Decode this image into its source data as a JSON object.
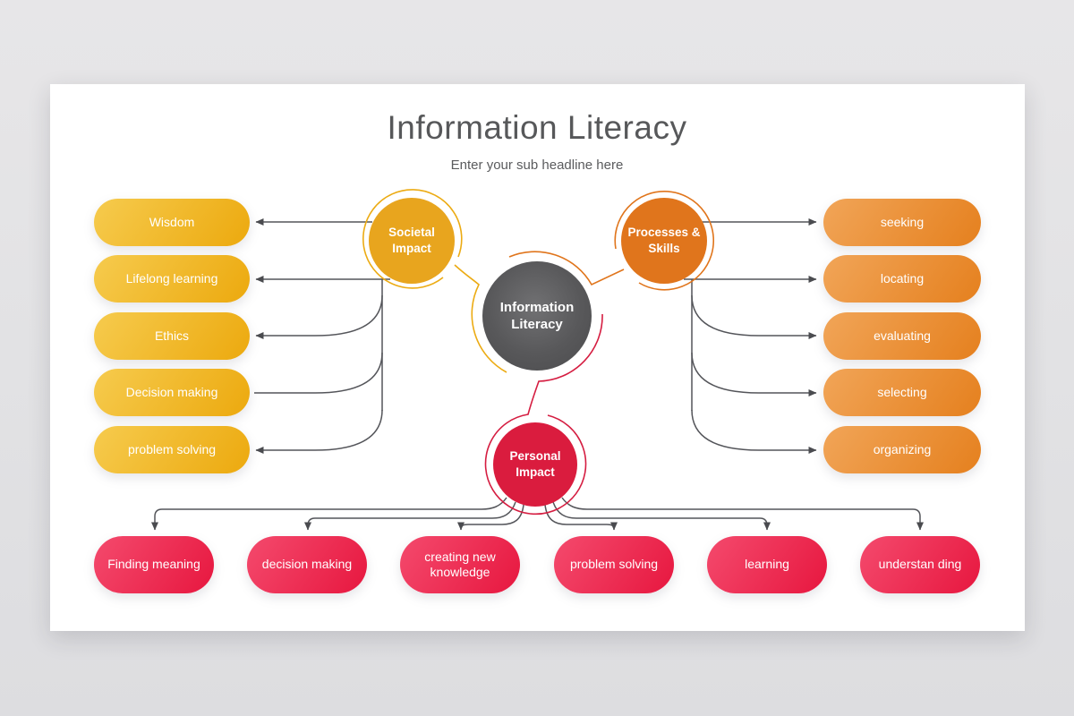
{
  "slide": {
    "title": "Information Literacy",
    "subtitle": "Enter your sub headline here"
  },
  "center_node": {
    "label": "Information Literacy"
  },
  "branches": {
    "societal": {
      "label": "Societal Impact",
      "color": "#e8a51e",
      "items": [
        "Wisdom",
        "Lifelong learning",
        "Ethics",
        "Decision making",
        "problem solving"
      ]
    },
    "processes": {
      "label": "Processes & Skills",
      "color": "#e0751c",
      "items": [
        "seeking",
        "locating",
        "evaluating",
        "selecting",
        "organizing"
      ]
    },
    "personal": {
      "label": "Personal Impact",
      "color": "#da1c3e",
      "items": [
        "Finding meaning",
        "decision making",
        "creating new knowledge",
        "problem solving",
        "learning",
        "understan ding"
      ]
    }
  },
  "colors": {
    "center_node": "#58585a",
    "title_text": "#57585a",
    "connector": "#54555a",
    "gold_gradient": [
      "#f6cb4e",
      "#eca90e"
    ],
    "orange_gradient": [
      "#f1a558",
      "#e5801e"
    ],
    "red_gradient": [
      "#f44a6d",
      "#e7173f"
    ],
    "slide_background": "#ffffff",
    "page_background": "#e2e2e4"
  }
}
